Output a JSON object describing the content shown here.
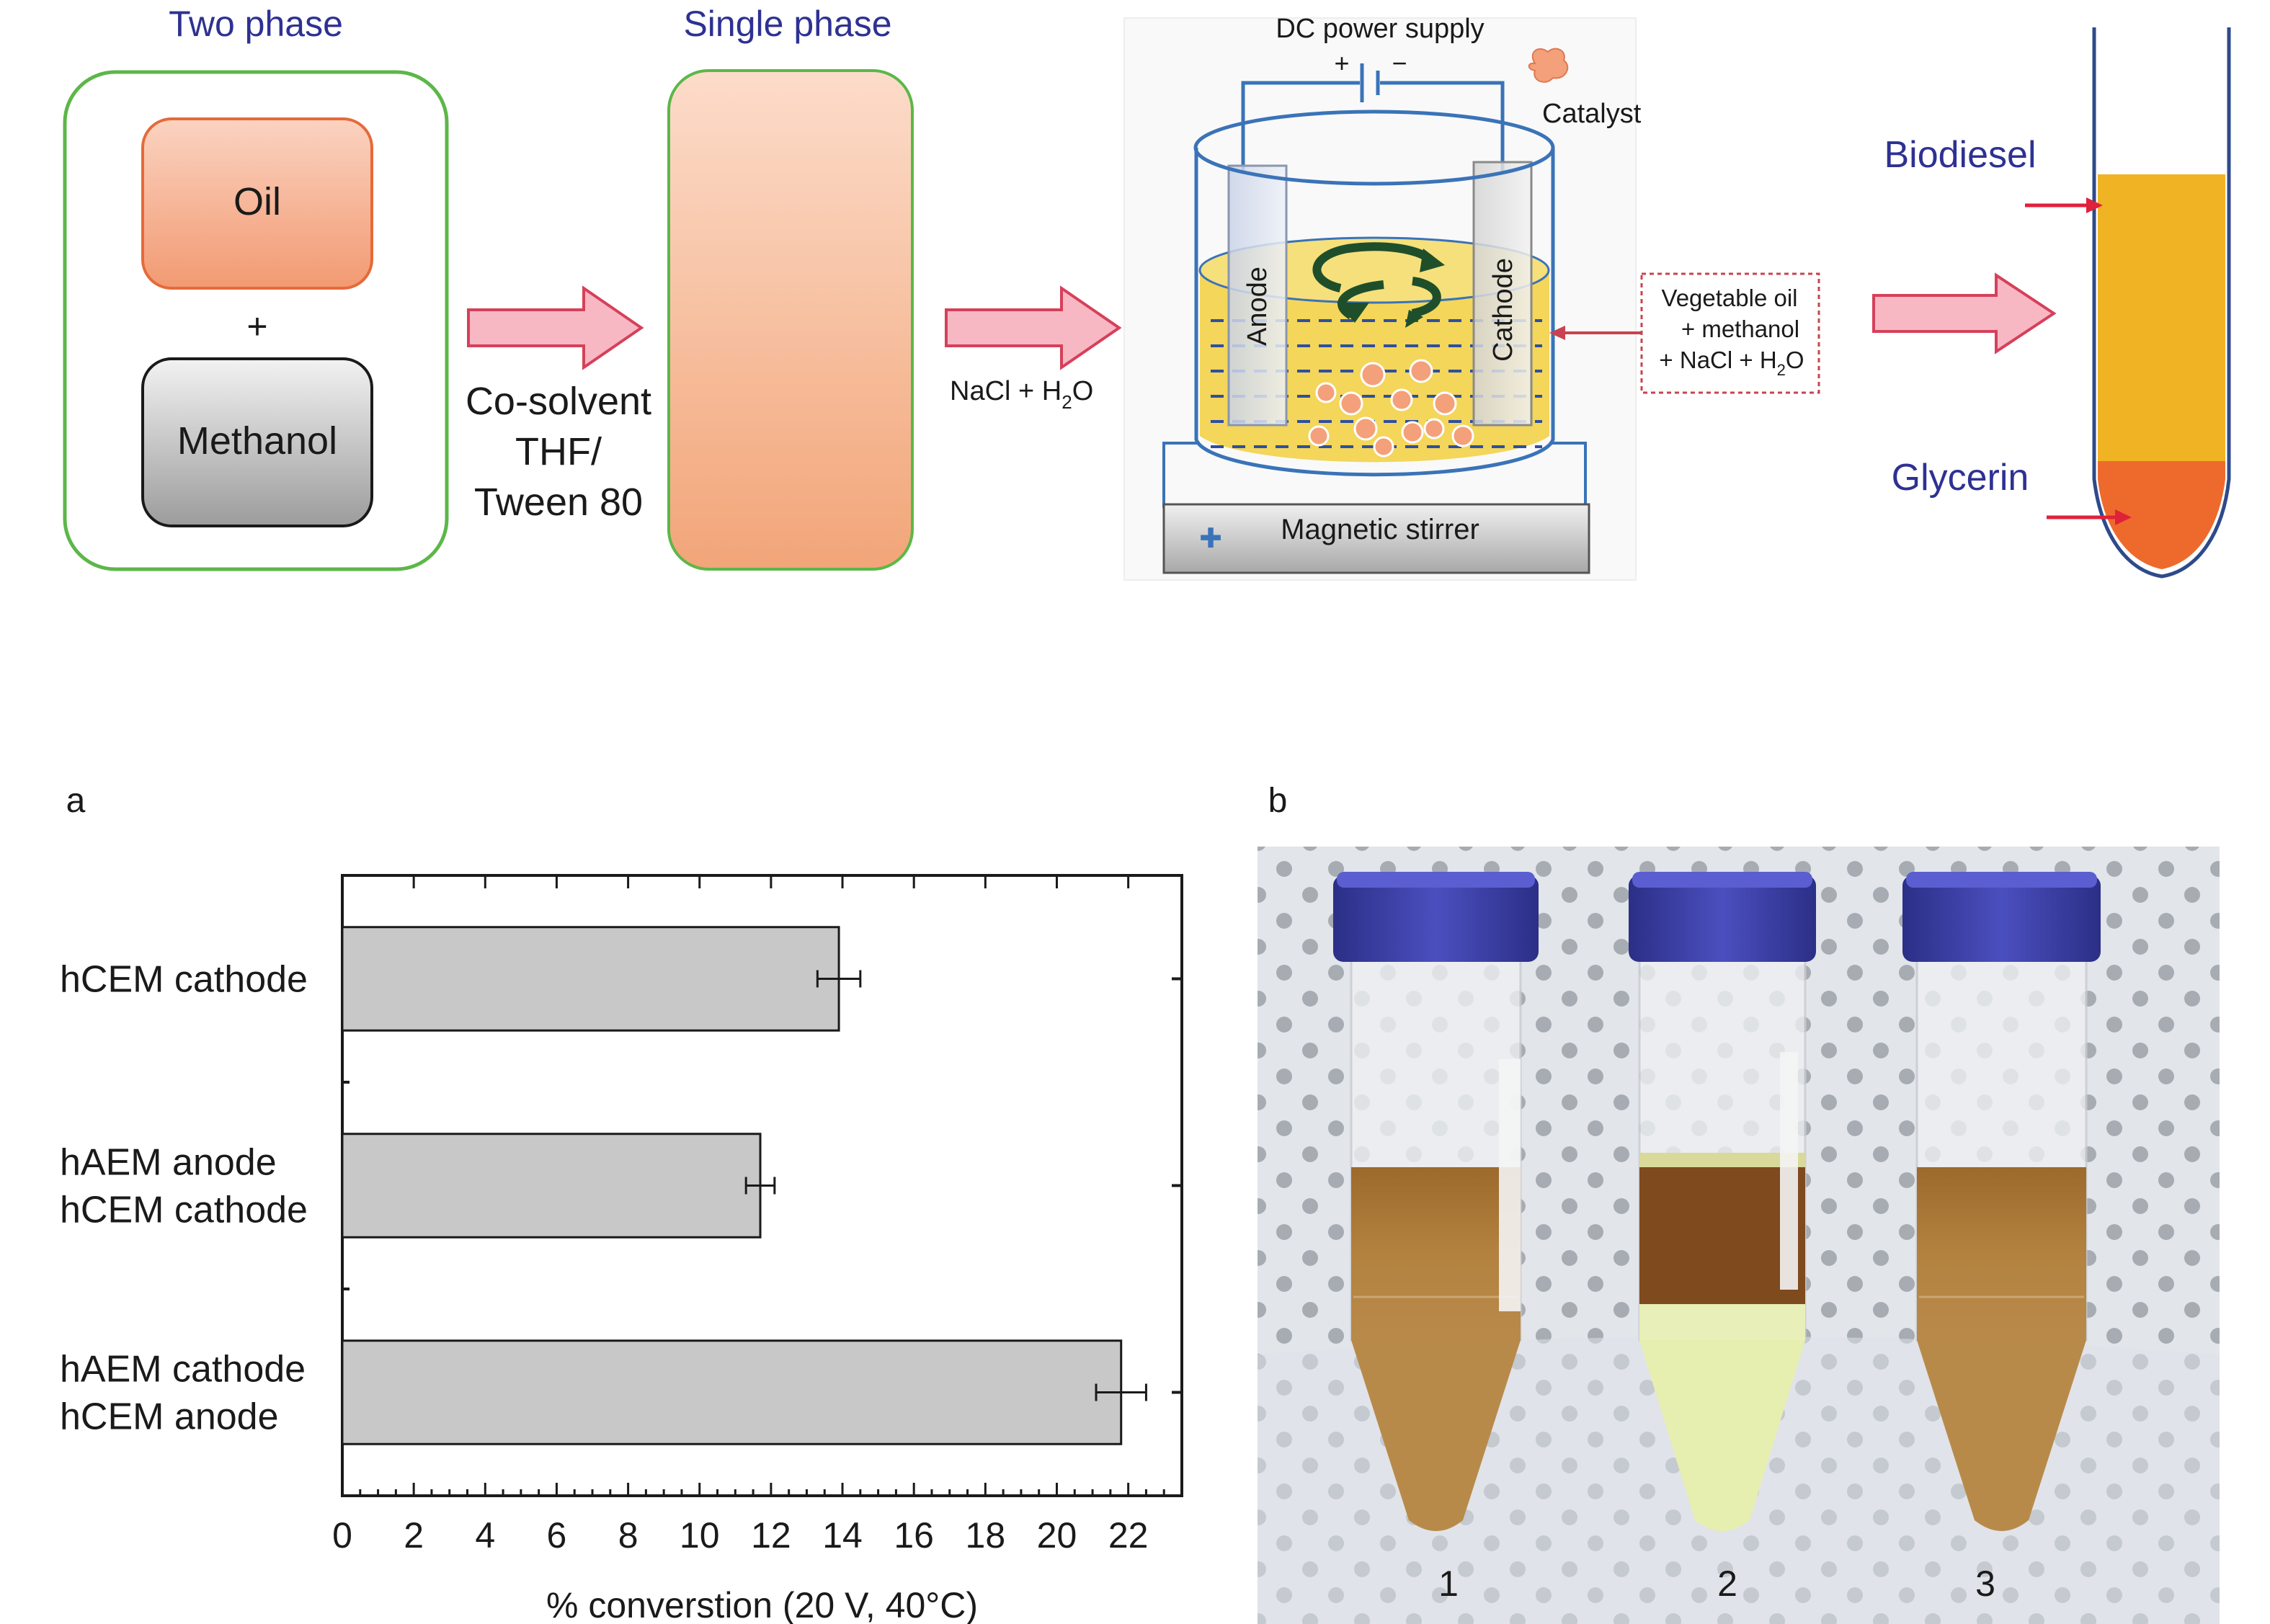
{
  "scheme": {
    "two_phase": "Two phase",
    "single_phase": "Single phase",
    "oil": "Oil",
    "plus": "+",
    "methanol": "Methanol",
    "cosolvent": [
      "Co-solvent",
      "THF/",
      "Tween 80"
    ],
    "nacl_h2o": {
      "pre": "NaCl + H",
      "sub": "2",
      "post": "O"
    },
    "dc_power": "DC power supply",
    "polarity_plus": "+",
    "polarity_minus": "−",
    "catalyst": "Catalyst",
    "anode": "Anode",
    "cathode": "Cathode",
    "magnetic_stirrer": "Magnetic stirrer",
    "mixture": {
      "line1": "Vegetable oil",
      "line2": "+ methanol",
      "line3_pre": "+ NaCl + H",
      "line3_sub": "2",
      "line3_post": "O"
    },
    "biodiesel": "Biodiesel",
    "glycerin": "Glycerin"
  },
  "panel_a": {
    "label": "a"
  },
  "panel_b": {
    "label": "b",
    "tubes": [
      "1",
      "2",
      "3"
    ]
  },
  "chart_data": {
    "type": "bar",
    "orientation": "horizontal",
    "categories": [
      [
        "hCEM cathode"
      ],
      [
        "hAEM anode",
        "hCEM cathode"
      ],
      [
        "hAEM cathode",
        "hCEM anode"
      ]
    ],
    "values": [
      13.9,
      11.7,
      21.8
    ],
    "errors": [
      0.6,
      0.4,
      0.7
    ],
    "xlabel": "% converstion (20 V, 40°C)",
    "xlim": [
      0,
      23.5
    ],
    "xticks": [
      0,
      2,
      4,
      6,
      8,
      10,
      12,
      14,
      16,
      18,
      20,
      22
    ],
    "bar_color": "#c8c8c8"
  },
  "colors": {
    "title_blue": "#2e3192",
    "frame_green": "#5cb748",
    "oil_orange": "#f4a27f",
    "arrow_pink": "#f7b8c4",
    "arrow_red": "#e0213a",
    "liquid_yellow": "#f3d65a",
    "biodiesel_yellow": "#f0b323",
    "glycerin_orange": "#ee6a2c",
    "cap_blue": "#3c3fa6"
  }
}
